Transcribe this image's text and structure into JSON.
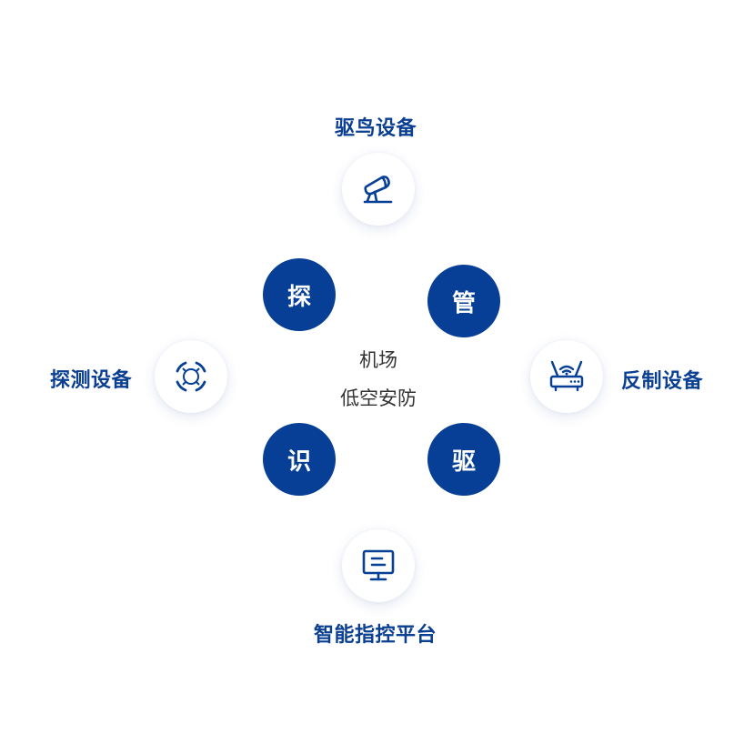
{
  "center": {
    "line1": "机场",
    "line2": "低空安防"
  },
  "nodes": {
    "detect": "探",
    "manage": "管",
    "identify": "识",
    "drive": "驱"
  },
  "devices": {
    "top": {
      "label": "驱鸟设备",
      "icon": "cannon-icon"
    },
    "left": {
      "label": "探测设备",
      "icon": "radar-target-icon"
    },
    "right": {
      "label": "反制设备",
      "icon": "router-icon"
    },
    "bottom": {
      "label": "智能指控平台",
      "icon": "monitor-icon"
    }
  },
  "colors": {
    "accent": "#063f95",
    "label": "#0a3f91",
    "center_text": "#333333"
  }
}
